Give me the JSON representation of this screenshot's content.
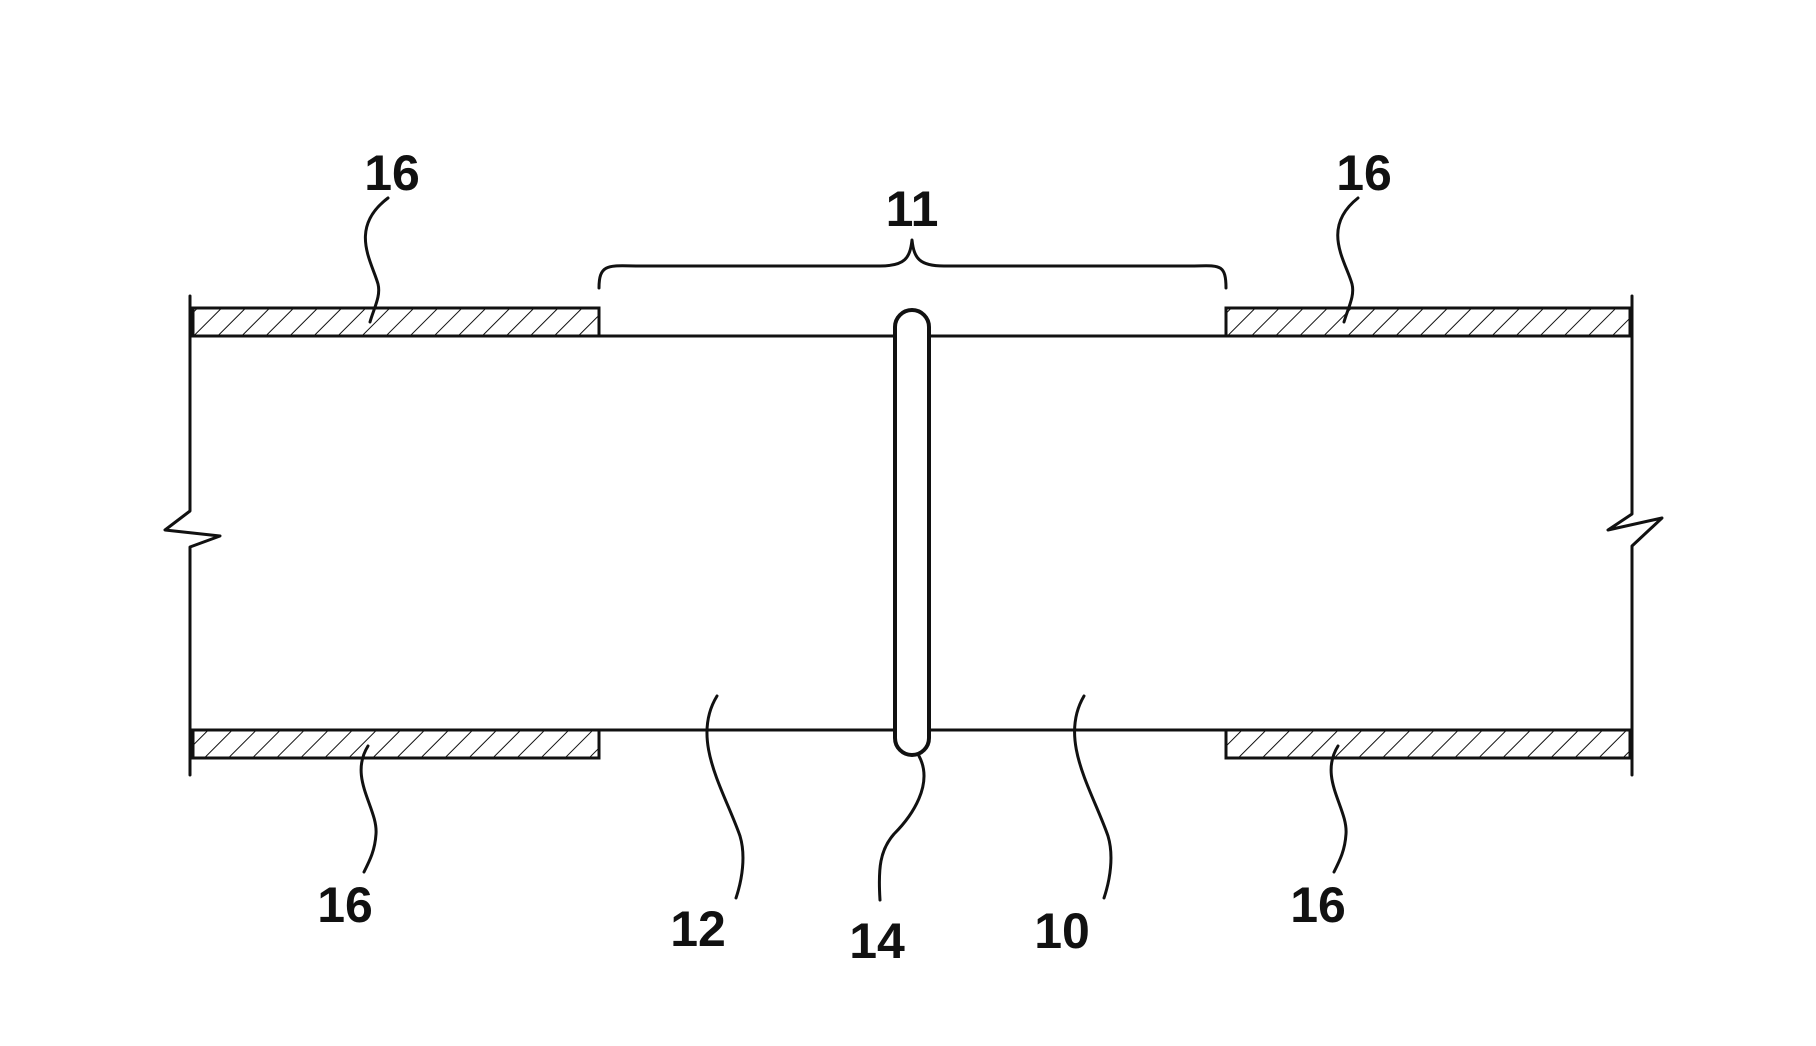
{
  "labels": {
    "coating_top_left": "16",
    "coating_top_right": "16",
    "coating_bottom_left": "16",
    "coating_bottom_right": "16",
    "weld_zone": "11",
    "pipe_left": "12",
    "weld_bead": "14",
    "pipe_right": "10"
  },
  "colors": {
    "line": "#111111",
    "background": "#ffffff"
  }
}
